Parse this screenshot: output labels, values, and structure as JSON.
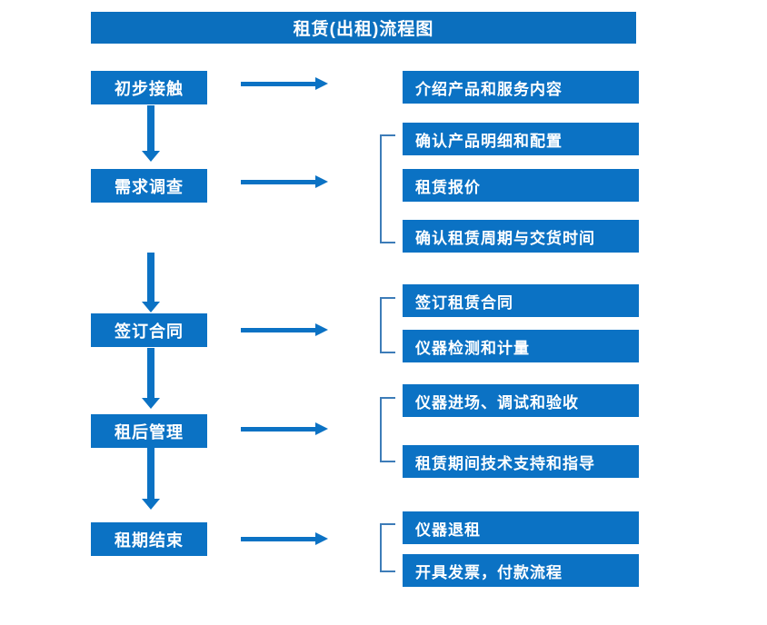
{
  "diagram": {
    "title": "租赁(出租)流程图",
    "theme": {
      "box_fill": "#0b72c4",
      "title_fill": "#0b6fbe",
      "box_text": "#ffffff",
      "arrow": "#0b72c4",
      "bracket": "#3d7cb8",
      "background": "#ffffff"
    },
    "stages": [
      {
        "id": "stage-1",
        "label": "初步接触",
        "arrow_name": "arrow-to-details-1",
        "has_bracket": false,
        "details": [
          {
            "id": "detail-1-1",
            "label": "介绍产品和服务内容"
          }
        ]
      },
      {
        "id": "stage-2",
        "label": "需求调查",
        "arrow_name": "arrow-to-details-2",
        "has_bracket": true,
        "details": [
          {
            "id": "detail-2-1",
            "label": "确认产品明细和配置"
          },
          {
            "id": "detail-2-2",
            "label": "租赁报价"
          },
          {
            "id": "detail-2-3",
            "label": "确认租赁周期与交货时间"
          }
        ]
      },
      {
        "id": "stage-3",
        "label": "签订合同",
        "arrow_name": "arrow-to-details-3",
        "has_bracket": true,
        "details": [
          {
            "id": "detail-3-1",
            "label": "签订租赁合同"
          },
          {
            "id": "detail-3-2",
            "label": "仪器检测和计量"
          }
        ]
      },
      {
        "id": "stage-4",
        "label": "租后管理",
        "arrow_name": "arrow-to-details-4",
        "has_bracket": true,
        "details": [
          {
            "id": "detail-4-1",
            "label": "仪器进场、调试和验收"
          },
          {
            "id": "detail-4-2",
            "label": "租赁期间技术支持和指导"
          }
        ]
      },
      {
        "id": "stage-5",
        "label": "租期结束",
        "arrow_name": "arrow-to-details-5",
        "has_bracket": true,
        "details": [
          {
            "id": "detail-5-1",
            "label": "仪器退租"
          },
          {
            "id": "detail-5-2",
            "label": "开具发票，付款流程"
          }
        ]
      }
    ],
    "flow_connectors": [
      {
        "id": "flow-arrow-1",
        "from": "初步接触",
        "to": "需求调查"
      },
      {
        "id": "flow-arrow-2",
        "from": "需求调查",
        "to": "签订合同"
      },
      {
        "id": "flow-arrow-3",
        "from": "签订合同",
        "to": "租后管理"
      },
      {
        "id": "flow-arrow-4",
        "from": "租后管理",
        "to": "租期结束"
      }
    ]
  }
}
